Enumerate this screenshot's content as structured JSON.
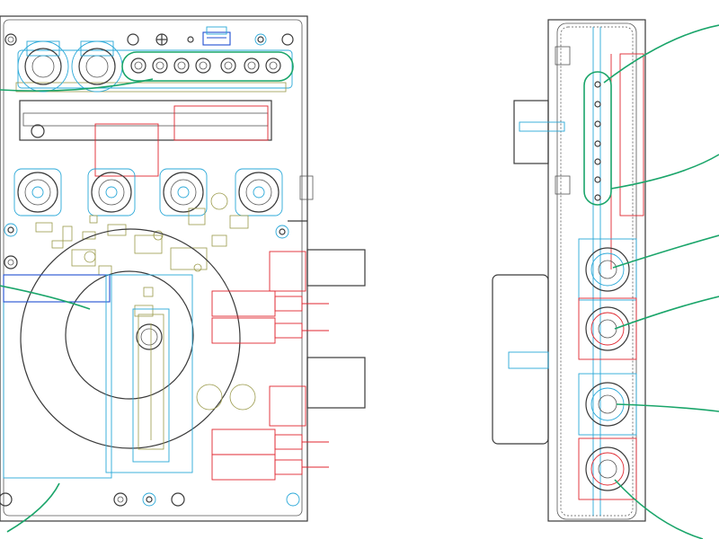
{
  "colors": {
    "outline": "#3a3a3a",
    "cyan": "#2aa8d8",
    "red": "#e0262f",
    "olive": "#9a9a4a",
    "green": "#1aa56a",
    "blue": "#1f4fd0"
  },
  "views": [
    {
      "id": "front-view",
      "description_icon": "enclosure-front-view"
    },
    {
      "id": "side-view",
      "description_icon": "enclosure-side-section"
    }
  ]
}
